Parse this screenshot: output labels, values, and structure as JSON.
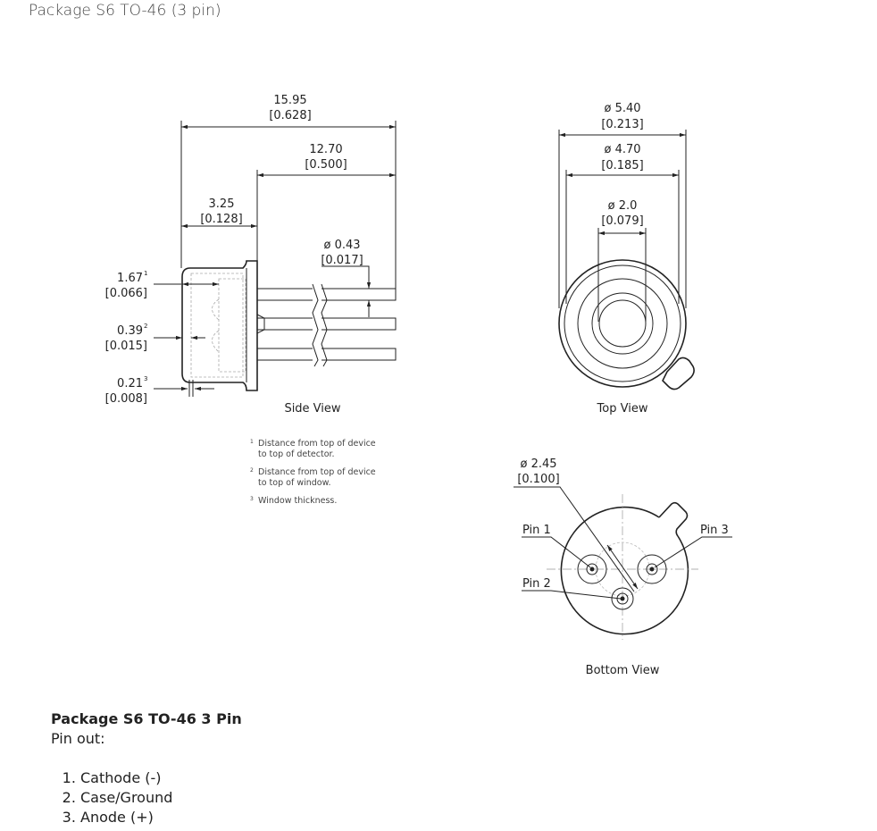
{
  "page_title": "Package S6 TO-46 (3 pin)",
  "side_view": {
    "caption": "Side View",
    "dims": {
      "overall": {
        "mm": "15.95",
        "in": "[0.628]"
      },
      "lead": {
        "mm": "12.70",
        "in": "[0.500]"
      },
      "body": {
        "mm": "3.25",
        "in": "[0.128]"
      },
      "lead_dia": {
        "mm": "ø 0.43",
        "in": "[0.017]"
      },
      "detector": {
        "mm": "1.67",
        "sup": "1",
        "in": "[0.066]"
      },
      "window_top": {
        "mm": "0.39",
        "sup": "2",
        "in": "[0.015]"
      },
      "window_thk": {
        "mm": "0.21",
        "sup": "3",
        "in": "[0.008]"
      }
    },
    "footnotes": [
      {
        "n": "1",
        "line1": "Distance from top of device",
        "line2": "to top of detector."
      },
      {
        "n": "2",
        "line1": "Distance from top of device",
        "line2": "to top of window."
      },
      {
        "n": "3",
        "line1": "Window thickness."
      }
    ]
  },
  "top_view": {
    "caption": "Top View",
    "dims": {
      "outer": {
        "mm": "ø 5.40",
        "in": "[0.213]"
      },
      "cap": {
        "mm": "ø 4.70",
        "in": "[0.185]"
      },
      "window": {
        "mm": "ø 2.0",
        "in": "[0.079]"
      }
    }
  },
  "bottom_view": {
    "caption": "Bottom View",
    "pcd": {
      "mm": "ø 2.45",
      "in": "[0.100]"
    },
    "pins": [
      "Pin 1",
      "Pin 2",
      "Pin 3"
    ]
  },
  "info": {
    "heading": "Package S6 TO-46 3 Pin",
    "subheading": "Pin out:",
    "pinout": [
      "Cathode (-)",
      "Case/Ground",
      "Anode (+)"
    ]
  }
}
